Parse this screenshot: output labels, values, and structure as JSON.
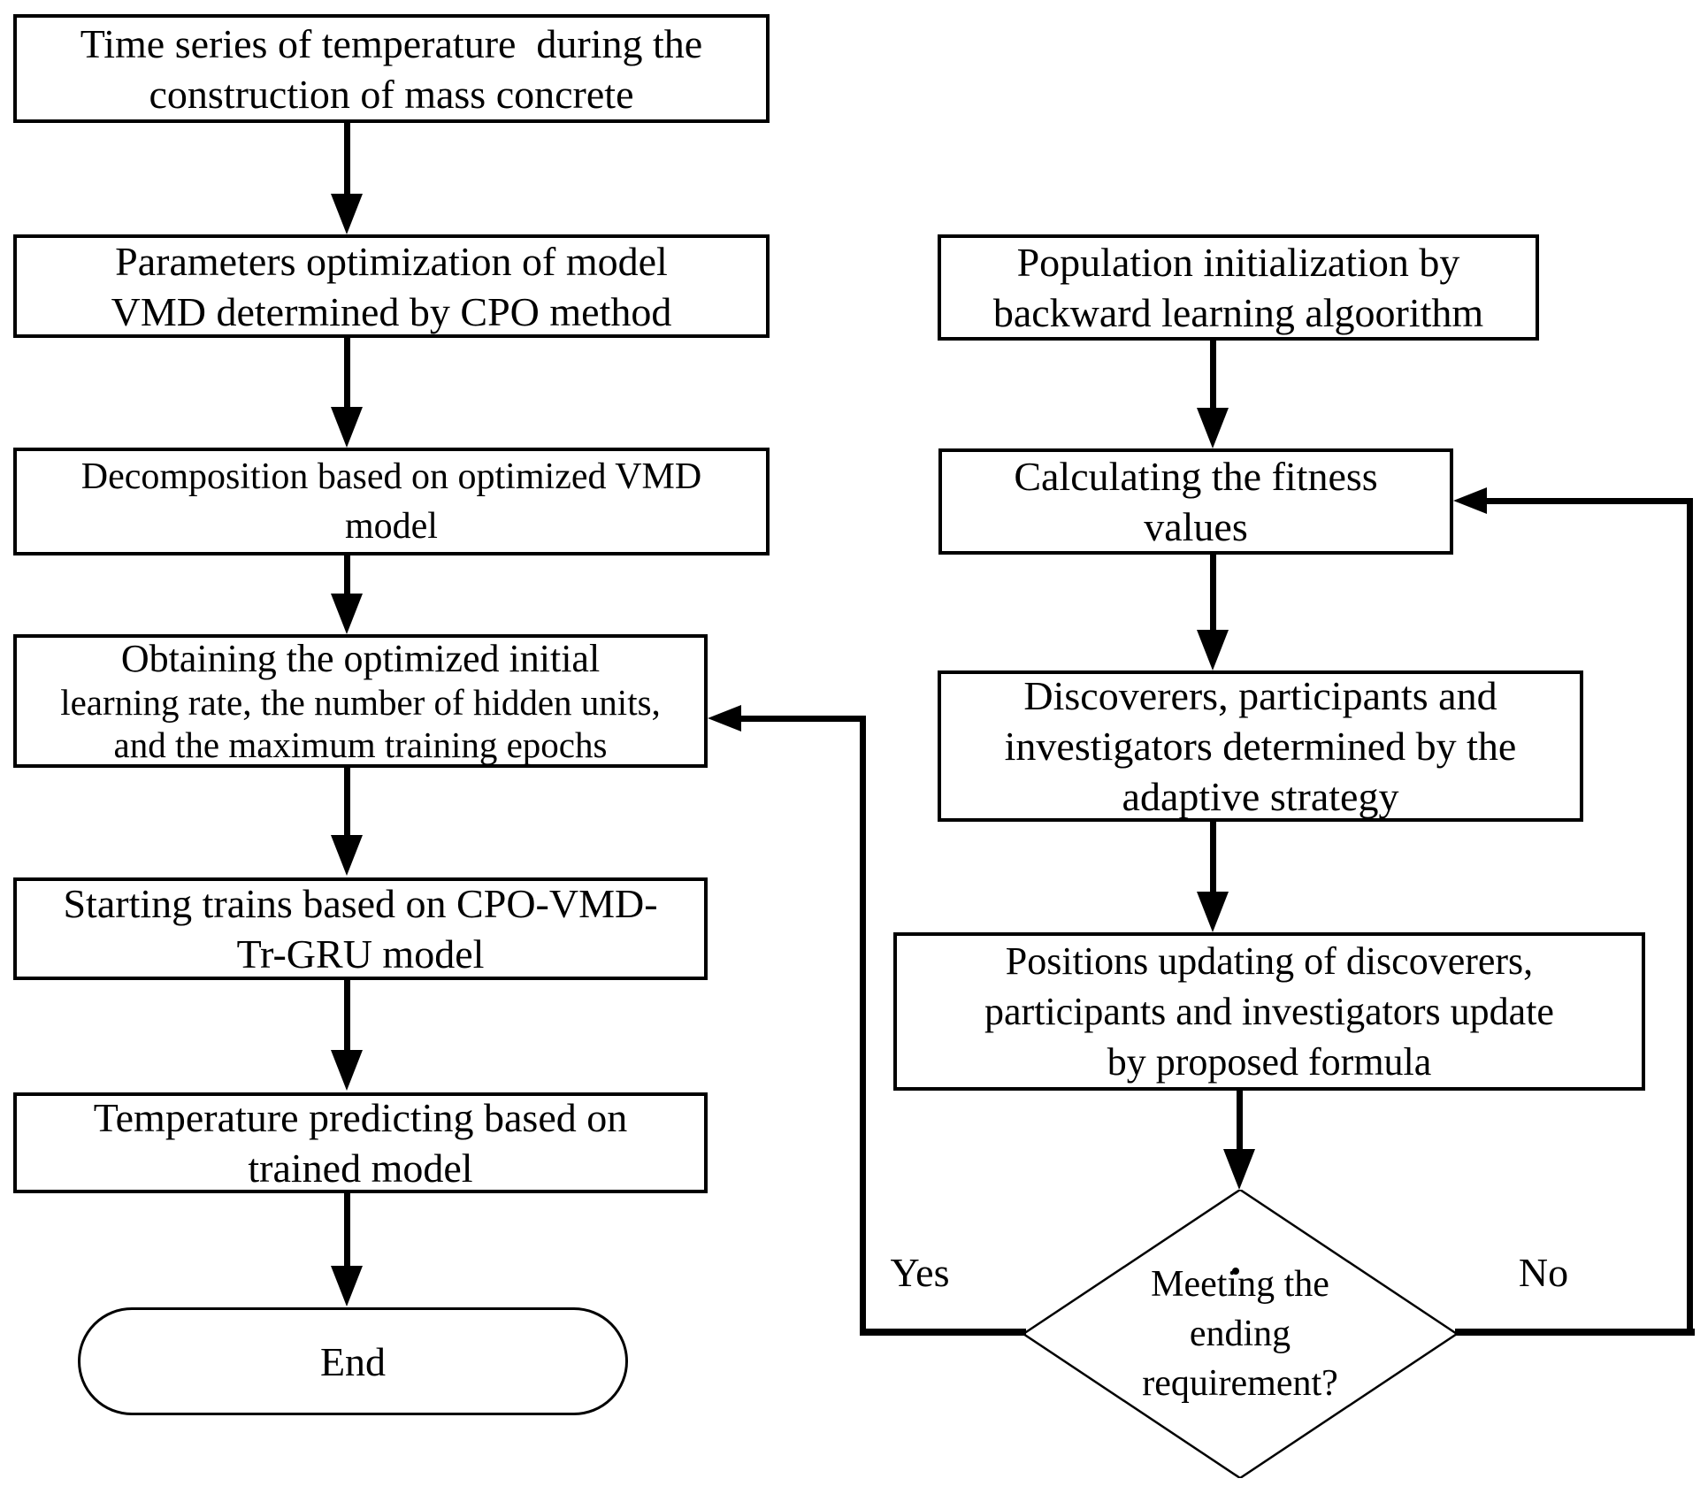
{
  "colors": {
    "ink": "#000000",
    "background": "#ffffff"
  },
  "nodes": {
    "time_series": {
      "lines": [
        "Time series of temperature  during the",
        "construction of mass concrete"
      ]
    },
    "parameters_optimization": {
      "lines": [
        "Parameters optimization of model",
        "VMD determined by CPO method"
      ]
    },
    "decomposition": {
      "lines": [
        "Decomposition based on optimized VMD",
        "model"
      ]
    },
    "obtaining": {
      "lines": [
        "Obtaining the optimized initial",
        "learning rate, the number of hidden units,",
        "and the maximum training epochs"
      ]
    },
    "starting_trains": {
      "lines": [
        "Starting trains based on CPO-VMD-",
        "Tr-GRU model"
      ]
    },
    "temperature_predicting": {
      "lines": [
        "Temperature predicting based on",
        "trained model"
      ]
    },
    "end": {
      "label": "End"
    },
    "population_init": {
      "lines": [
        "Population initialization by",
        "backward learning algoorithm"
      ]
    },
    "calculating_fitness": {
      "lines": [
        "Calculating the fitness",
        "values"
      ]
    },
    "discoverers": {
      "lines": [
        "Discoverers, participants and",
        "investigators determined by the",
        "adaptive strategy"
      ]
    },
    "positions_updating": {
      "lines": [
        "Positions updating of discoverers,",
        "participants and investigators update",
        "by proposed formula"
      ]
    },
    "decision": {
      "lines": [
        "Meeting the",
        "ending",
        "requirement?"
      ]
    }
  },
  "edges": {
    "yes_label": "Yes",
    "no_label": "No"
  }
}
